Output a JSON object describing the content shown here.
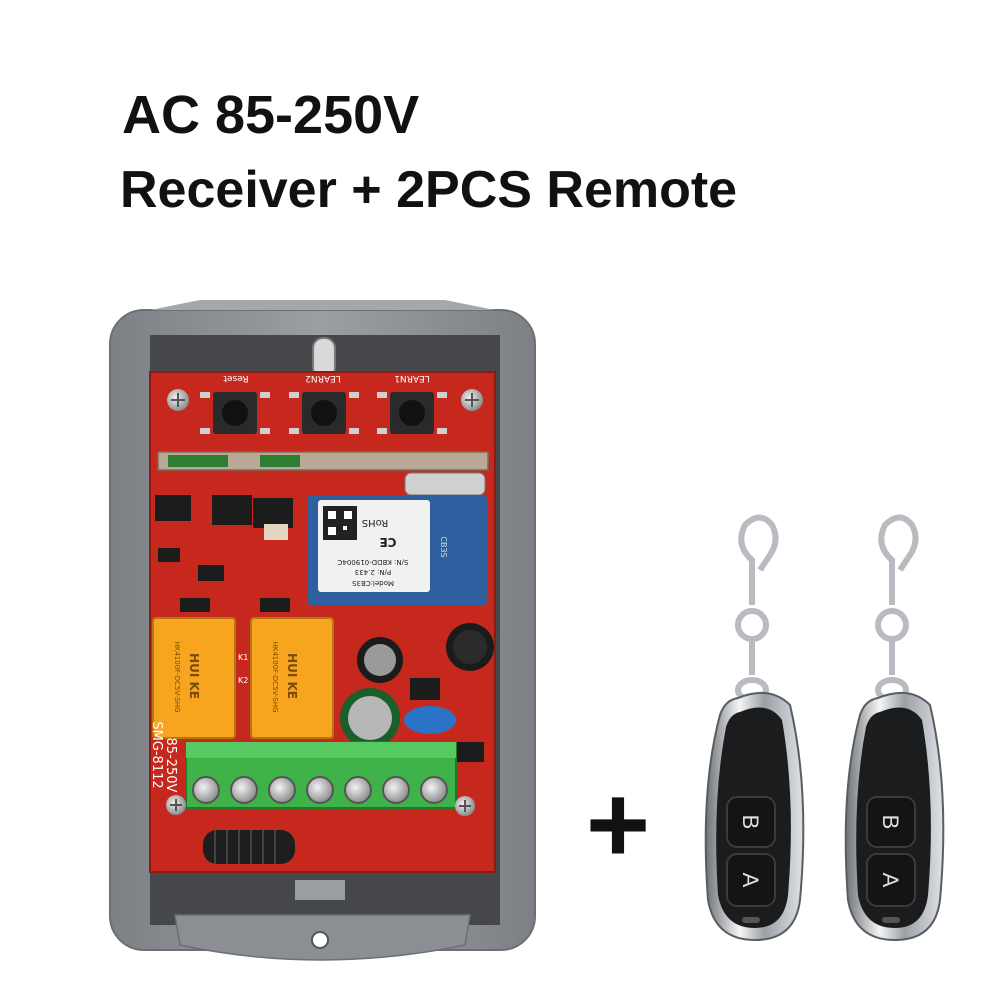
{
  "heading": {
    "line1": "AC 85-250V",
    "line2": "Receiver + 2PCS Remote"
  },
  "receiver": {
    "button_labels": [
      "Reset",
      "LEARN2",
      "LEARN1"
    ],
    "relay_brand": "HUI KE",
    "relay_model": "HK4100F-DC5V-SHG",
    "relay_marks": [
      "K1",
      "K2"
    ],
    "module_rohs": "RoHS",
    "module_ce": "CE",
    "module_model": "Model:CB3S",
    "module_pn": "P/N: 2.433",
    "module_sn": "S/N: KBDD-019004C",
    "module_antenna_label": "CB3S",
    "board_voltage": "85-250V",
    "board_model": "SMG-8112"
  },
  "remotes": {
    "count": 2,
    "button_labels": [
      "B",
      "A"
    ]
  },
  "plus_symbol": "+",
  "colors": {
    "pcb": "#c7281d",
    "housing": "#8f9296",
    "terminal": "#3fb34a",
    "relay": "#f7a51f",
    "fob": "#1b1c1e"
  }
}
